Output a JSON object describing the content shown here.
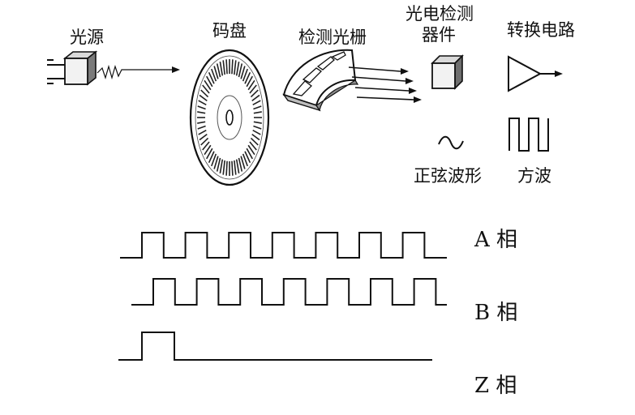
{
  "labels": {
    "light_source": "光源",
    "code_disc": "码盘",
    "detect_grating": "检测光栅",
    "photo_device_line1": "光电检测",
    "photo_device_line2": "器件",
    "conversion_circuit": "转换电路",
    "sine_wave": "正弦波形",
    "square_wave": "方波"
  },
  "phases": {
    "a": "A 相",
    "b": "B 相",
    "z": "Z 相"
  },
  "waveforms": {
    "a_pulses": 7,
    "b_pulses": 7,
    "z_pulses": 1
  }
}
